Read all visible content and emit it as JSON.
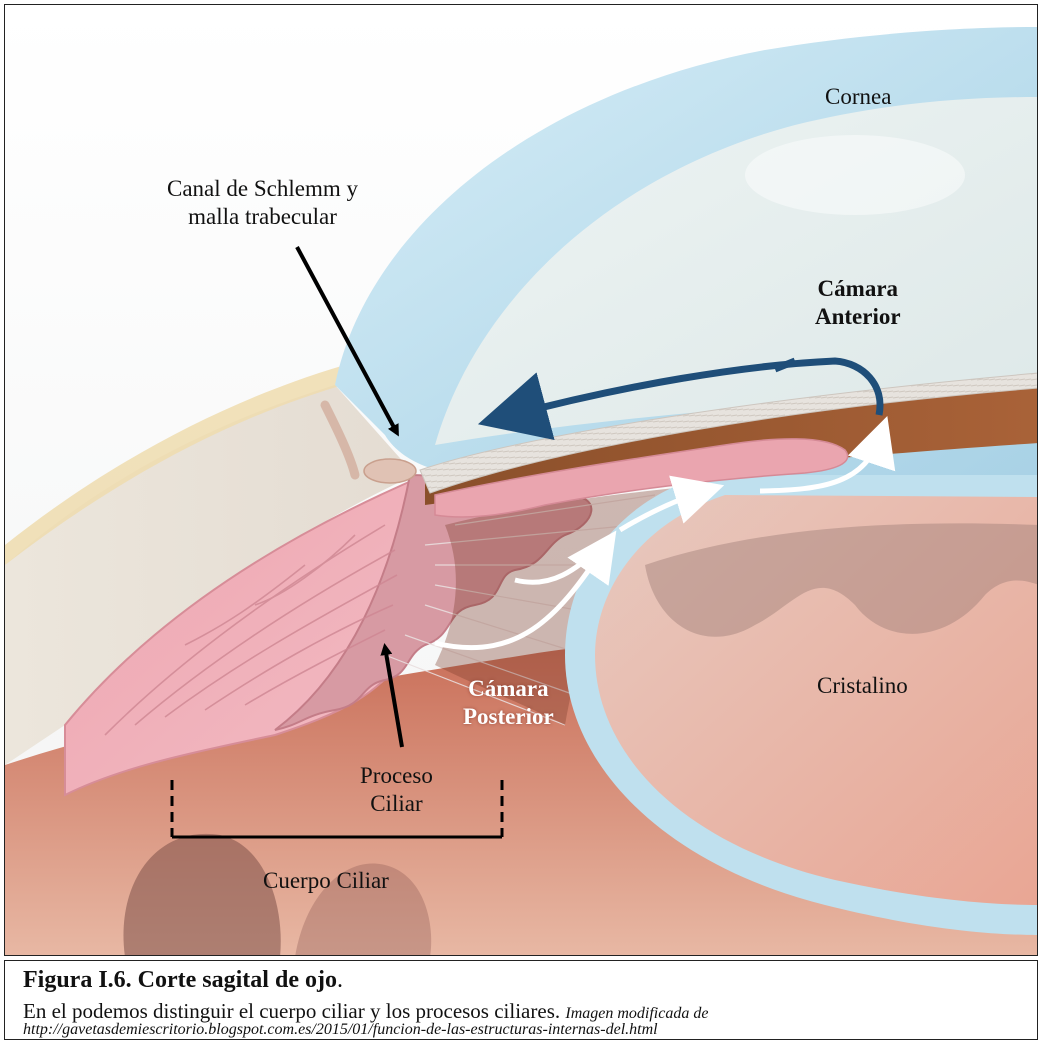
{
  "labels": {
    "cornea": "Cornea",
    "schlemm_line1": "Canal de Schlemm y",
    "schlemm_line2": "malla trabecular",
    "anterior_line1": "Cámara",
    "anterior_line2": "Anterior",
    "cristalino": "Cristalino",
    "posterior_line1": "Cámara",
    "posterior_line2": "Posterior",
    "proceso_line1": "Proceso",
    "proceso_line2": "Ciliar",
    "cuerpo_ciliar": "Cuerpo Ciliar"
  },
  "caption": {
    "title": "Figura I.6. Corte sagital de ojo",
    "title_end": ".",
    "body": "En el podemos distinguir el cuerpo ciliar y los procesos ciliares. ",
    "credit": "Imagen modificada de",
    "url": "http://gavetasdemiescritorio.blogspot.com.es/2015/01/funcion-de-las-estructuras-internas-del.html"
  },
  "colors": {
    "aqueous_flow_outer": "#1f4e79",
    "aqueous_flow_inner": "#ffffff",
    "pointer_arrow": "#000000"
  }
}
